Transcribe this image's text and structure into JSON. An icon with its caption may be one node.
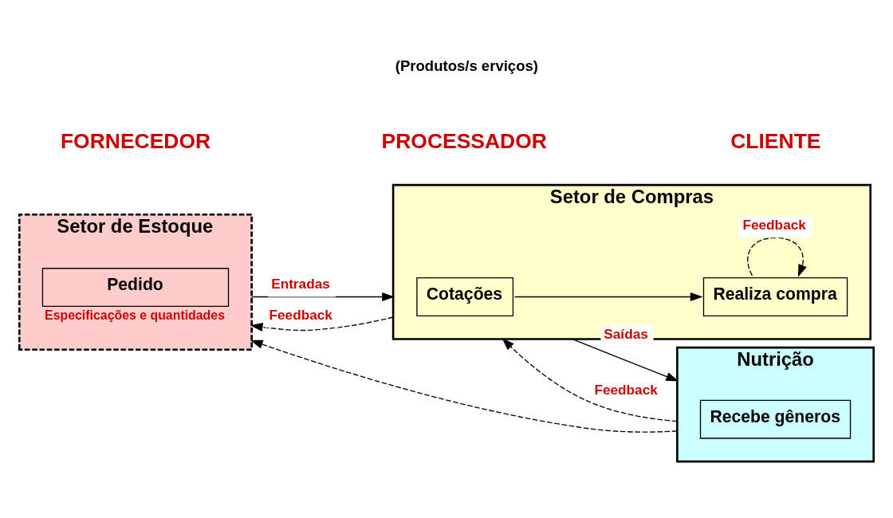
{
  "diagram": {
    "nodes": [
      {
        "text": [
          "Setor de Estoque"
        ]
      },
      {
        "text": [
          "Pedido"
        ],
        "in": 0,
        "beside": [
          "Especificações e quantidades"
        ]
      },
      {
        "text": [
          "Setor de Compras"
        ]
      },
      {
        "text": [
          "Cotações"
        ],
        "in": 2
      },
      {
        "text": [
          "Realiza compra"
        ],
        "in": 2
      },
      {
        "text": [
          "Nutrição"
        ]
      },
      {
        "text": [
          "Recebe gêneros"
        ],
        "in": 5
      }
    ],
    "edges": [
      {
        "from": 0,
        "to": 2,
        "arrow": "to",
        "label": "Entradas"
      },
      {
        "from": 2,
        "to": 5,
        "arrow": "to",
        "label": "Saídas"
      },
      {
        "from": 3,
        "to": 4,
        "arrow": "to"
      },
      {
        "from": 5,
        "to": 0,
        "arrow": "to",
        "style": "dashed"
      },
      {
        "from": 2,
        "to": 0,
        "arrow": "to",
        "style": "dashed",
        "label": "Feedback"
      },
      {
        "from": 4,
        "to": 4,
        "arrow": "to",
        "style": "dashed",
        "label": "Feedback"
      },
      {
        "from": 5,
        "to": 2,
        "arrow": "to",
        "style": "dashed",
        "label": "Feedback"
      }
    ],
    "labels": [
      "FORNECEDOR",
      "PROCESSADOR",
      "CLIENTE",
      "(Produtos/s erviços)"
    ]
  }
}
